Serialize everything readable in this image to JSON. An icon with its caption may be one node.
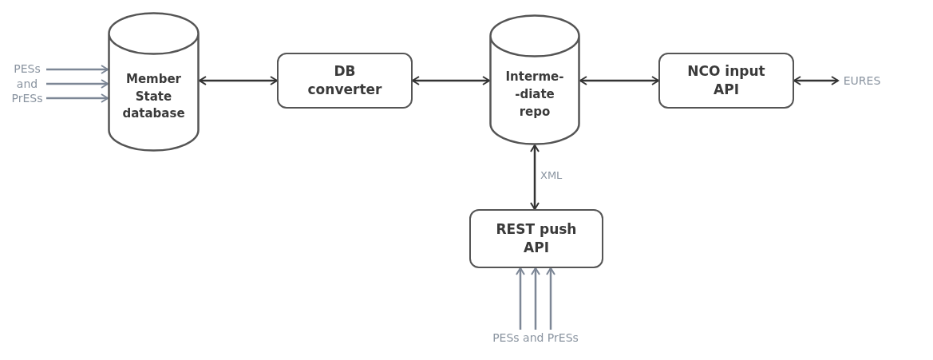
{
  "diagram": {
    "nodes": [
      {
        "text": [
          "PESs and PrESs"
        ]
      },
      {
        "text": [
          "Member State database"
        ]
      },
      {
        "text": [
          "DB converter"
        ]
      },
      {
        "text": [
          "Interme- -diate repo"
        ]
      },
      {
        "text": [
          "NCO input API"
        ]
      },
      {
        "text": [
          "EURES"
        ]
      },
      {
        "text": [
          "REST push API"
        ]
      },
      {
        "text": [
          "PESs and PrESs"
        ]
      }
    ],
    "edges": [
      {
        "from": 0,
        "to": 1,
        "arrow": "to"
      },
      {
        "from": 0,
        "to": 1,
        "arrow": "to"
      },
      {
        "from": 0,
        "to": 1,
        "arrow": "to"
      },
      {
        "from": 1,
        "to": 2,
        "arrow": "both",
        "color": "#333333"
      },
      {
        "from": 2,
        "to": 3,
        "arrow": "both",
        "color": "#333333"
      },
      {
        "from": 3,
        "to": 4,
        "arrow": "both",
        "color": "#333333"
      },
      {
        "from": 4,
        "to": 5,
        "arrow": "both",
        "color": "#333333"
      },
      {
        "from": 6,
        "to": 3,
        "arrow": "both",
        "label": "XML",
        "color": "#333333"
      },
      {
        "from": 7,
        "to": 6,
        "arrow": "to"
      },
      {
        "from": 7,
        "to": 6,
        "arrow": "to"
      },
      {
        "from": 7,
        "to": 6,
        "arrow": "to"
      }
    ]
  }
}
